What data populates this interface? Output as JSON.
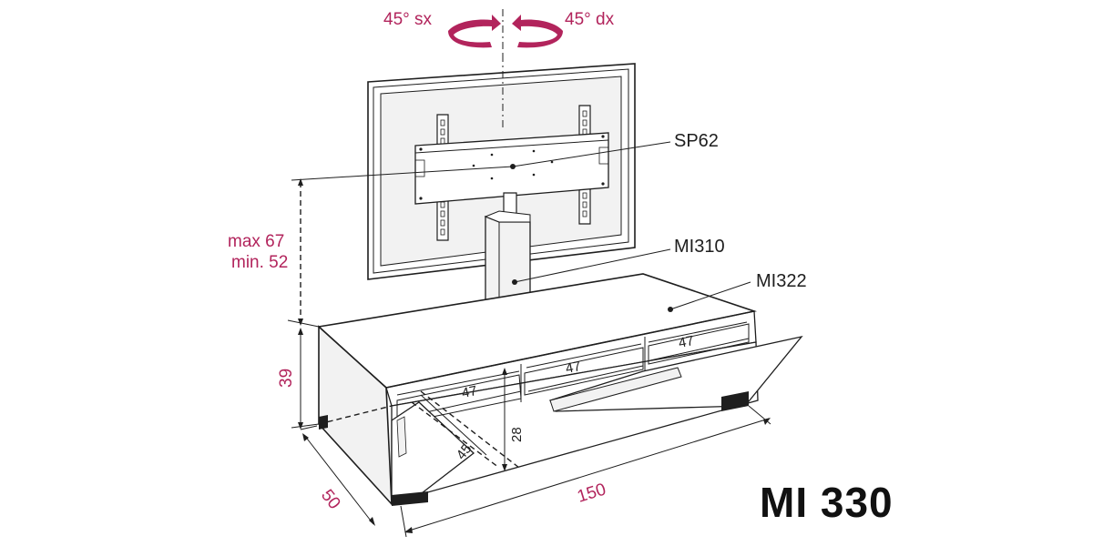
{
  "rotation": {
    "left_label": "45° sx",
    "right_label": "45° dx",
    "arrow_color": "#b2245c"
  },
  "height_range": {
    "max_label": "max 67",
    "min_label": "min. 52"
  },
  "dimensions": {
    "cabinet_height": "39",
    "depth": "50",
    "width": "150",
    "compartment_width_1": "47",
    "compartment_width_2": "47",
    "compartment_width_3": "47",
    "compartment_depth": "45",
    "compartment_height": "28"
  },
  "parts": {
    "bracket": "SP62",
    "column": "MI310",
    "cabinet": "MI322"
  },
  "model_name": "MI 330",
  "colors": {
    "accent": "#b2245c",
    "line": "#1e1e1e",
    "panel_fill": "#f2f2f2"
  }
}
